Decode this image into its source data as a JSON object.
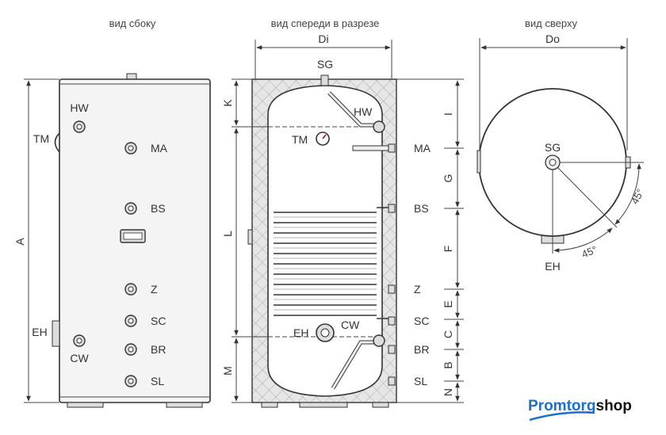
{
  "titles": {
    "side": "вид сбоку",
    "front": "вид спереди в разрезе",
    "top": "вид сверху"
  },
  "side_view": {
    "dim_a": "A",
    "labels": {
      "hw": "HW",
      "tm": "TM",
      "ma": "MA",
      "bs": "BS",
      "z": "Z",
      "sc": "SC",
      "eh": "EH",
      "br": "BR",
      "cw": "CW",
      "sl": "SL"
    }
  },
  "front_view": {
    "dim_di": "Di",
    "labels": {
      "sg": "SG",
      "hw": "HW",
      "tm": "TM",
      "ma": "MA",
      "bs": "BS",
      "z": "Z",
      "sc": "SC",
      "eh": "EH",
      "cw": "CW",
      "br": "BR",
      "sl": "SL"
    },
    "left_dims": {
      "k": "K",
      "l": "L",
      "m": "M"
    },
    "right_dims": {
      "i": "I",
      "g": "G",
      "f": "F",
      "e": "E",
      "c": "C",
      "b": "B",
      "n": "N"
    }
  },
  "top_view": {
    "dim_do": "Do",
    "labels": {
      "sg": "SG",
      "eh": "EH"
    },
    "angle1": "45°",
    "angle2": "45°"
  },
  "logo": {
    "part1": "Promtorg",
    "part2": "shop",
    "color": "#1a6fd1"
  }
}
